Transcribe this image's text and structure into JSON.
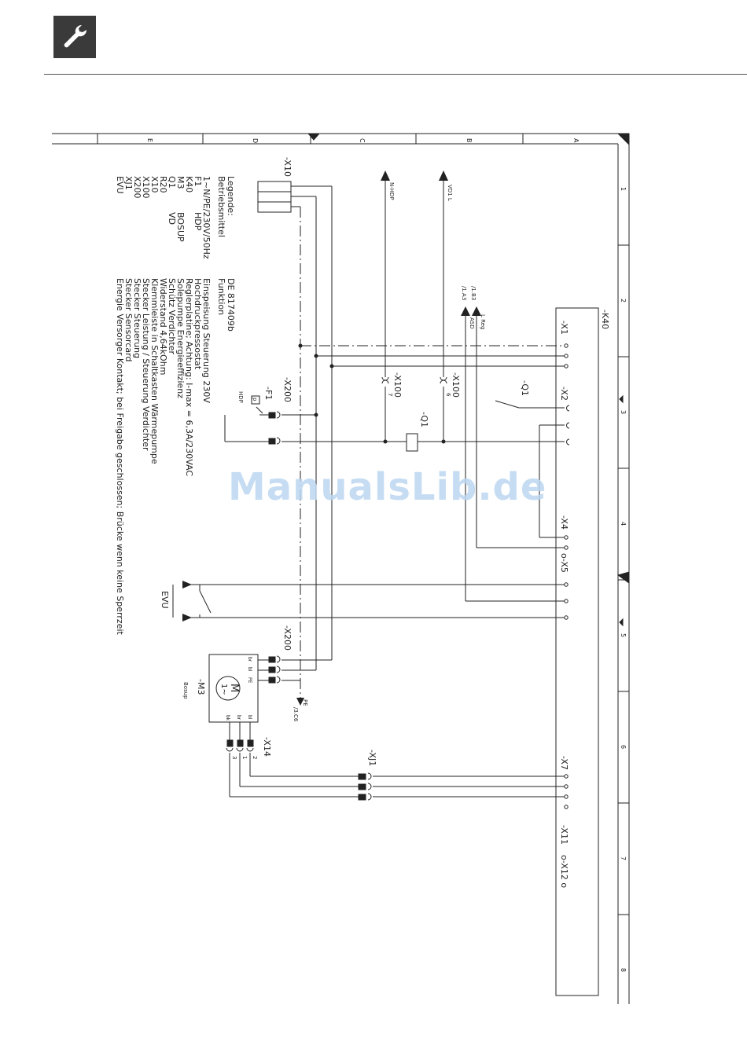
{
  "header": {
    "icon": "wrench-icon"
  },
  "watermark": "ManualsLib.de",
  "border": {
    "rows": [
      "A",
      "B",
      "C",
      "D",
      "E"
    ],
    "cols": [
      "1",
      "2",
      "3",
      "4",
      "5",
      "6",
      "7",
      "8"
    ]
  },
  "legend": {
    "title": "Legende:",
    "col1_header": "Betriebsmittel",
    "col3_header_1": "DE 817409b",
    "col3_header_2": "Funktion",
    "rows": [
      {
        "id": "1~N/PE/230V/50Hz",
        "tag": "",
        "desc": "Einspeisung Steuerung 230V"
      },
      {
        "id": "F1",
        "tag": "HDP",
        "desc": "Hochdruckpressostat"
      },
      {
        "id": "K40",
        "tag": "",
        "desc": "Reglerplatine; Achtung: I-max = 6,3A/230VAC"
      },
      {
        "id": "M3",
        "tag": "BOSUP",
        "desc": "Solepumpe Energieeffizienz"
      },
      {
        "id": "Q1",
        "tag": "VD",
        "desc": "Schütz Verdichter"
      },
      {
        "id": "R20",
        "tag": "",
        "desc": "Widerstand 4,64kOhm"
      },
      {
        "id": "X10",
        "tag": "",
        "desc": "Klemmleiste in Schaltkasten Wärmepumpe"
      },
      {
        "id": "X100",
        "tag": "",
        "desc": "Stecker Leistung / Steuerung Verdichter"
      },
      {
        "id": "X200",
        "tag": "",
        "desc": "Stecker Steuerung"
      },
      {
        "id": "XJ1",
        "tag": "",
        "desc": "Stecker Sensorcard"
      },
      {
        "id": "EVU",
        "tag": "",
        "desc": "Energie Versorger Kontakt; bei Freigabe geschlossen; Brücke wenn keine Sperrzeit"
      }
    ]
  },
  "labels": {
    "k40": "-K40",
    "x10": "-X10",
    "x1": "-X1",
    "x2": "-X2",
    "x4": "-X4",
    "x5": "o-X5",
    "x7": "-X7",
    "x11": "-X11",
    "x12": "o-X12 o",
    "q1_contact": "-Q1",
    "q1_coil": "-Q1",
    "x100a": "-X100",
    "x100a_pin": "7",
    "x100b": "-X100",
    "x100b_pin": "6",
    "x200a": "-X200",
    "x200b": "-X200",
    "f1": "-F1",
    "f1_hdp": "HDP",
    "f1_p": "p",
    "nhdp": "N-HDP",
    "vd1l": "VD1 L",
    "ref_1b3": "/1.B3",
    "ref_1a3": "/1.A3",
    "lreg": "L Reg",
    "asd": "ASD",
    "evu": "EVU",
    "m3": "-M3",
    "bosup": "Bosup",
    "motor_m": "M",
    "motor_phase": "1~",
    "pe": "PE",
    "ref_3c6": "/3.C6",
    "xj1": "-XJ1",
    "x14": "-X14",
    "motor_top": [
      "br",
      "bl",
      "PE"
    ],
    "motor_bot": [
      "bl",
      "br",
      "bk"
    ],
    "x14_pins": [
      "2",
      "1",
      "3"
    ]
  }
}
